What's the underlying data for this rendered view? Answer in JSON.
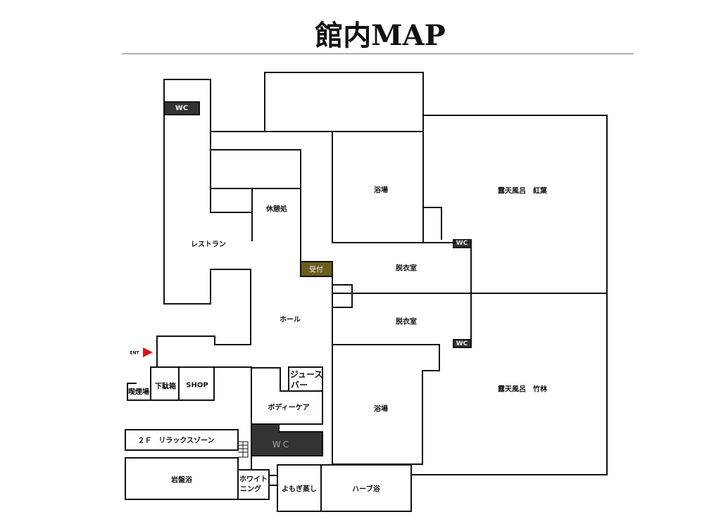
{
  "title": "館内MAP",
  "rooms": {
    "wc_left": "WC",
    "restaurant": "レストラン",
    "rest_area": "休憩処",
    "reception": "受付",
    "hall": "ホール",
    "bath_upper": "浴場",
    "bath_lower": "浴場",
    "dressing_upper": "脱衣室",
    "dressing_lower": "脱衣室",
    "outdoor_momiji": "露天風呂　紅葉",
    "outdoor_bamboo": "露天風呂　竹林",
    "wc_upper": "WC",
    "wc_lower": "WC",
    "juice_bar_1": "ジュース",
    "juice_bar_2": "バー",
    "body_care": "ボディーケア",
    "wc_main": "WC",
    "shoe_box": "下駄箱",
    "shop": "SHOP",
    "smoking": "喫煙場",
    "relax_zone": "２Ｆ　リラックスゾーン",
    "bedrock_bath": "岩盤浴",
    "whitening_1": "ホワイト",
    "whitening_2": "ニング",
    "yomogi": "よもぎ蒸し",
    "herb_bath": "ハーブ浴"
  },
  "entrance": "ENT",
  "colors": {
    "wc": "#333333",
    "reception": "#6e5c1f",
    "entrance_arrow": "#e01010"
  }
}
